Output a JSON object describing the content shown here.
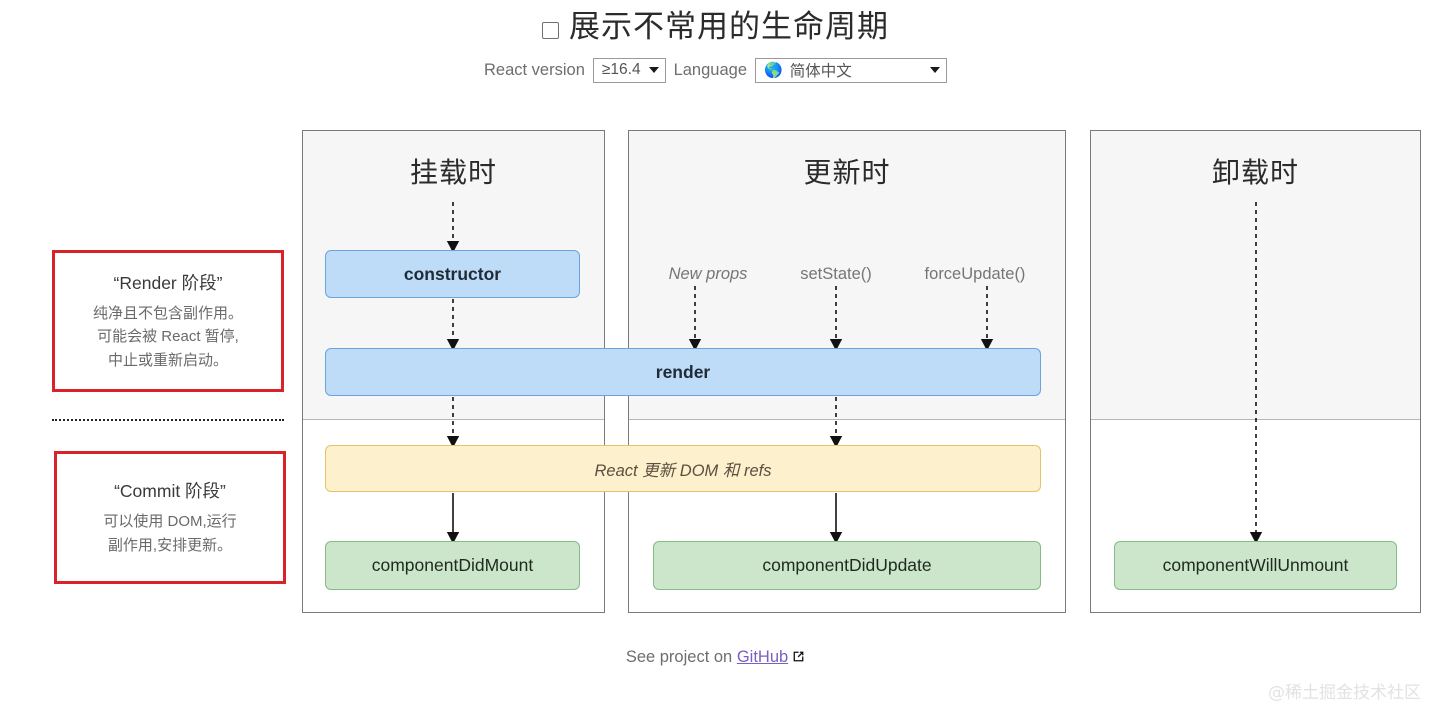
{
  "header": {
    "title": "展示不常用的生命周期",
    "checkbox_checked": false,
    "controls": {
      "react_version_label": "React version",
      "react_version_value": "≥16.4",
      "language_label": "Language",
      "language_value": "简体中文",
      "language_icon": "globe-icon"
    }
  },
  "phase_notes": [
    {
      "title": "“Render 阶段”",
      "lines": [
        "纯净且不包含副作用。",
        "可能会被 React 暂停,",
        "中止或重新启动。"
      ],
      "border_color": "#d8232a"
    },
    {
      "title": "“Commit 阶段”",
      "lines": [
        "可以使用 DOM,运行",
        "副作用,安排更新。"
      ],
      "border_color": "#d8232a"
    }
  ],
  "columns": [
    {
      "title": "挂载时"
    },
    {
      "title": "更新时"
    },
    {
      "title": "卸载时"
    }
  ],
  "triggers": [
    {
      "label": "New props",
      "italic": true
    },
    {
      "label": "setState()",
      "italic": false
    },
    {
      "label": "forceUpdate()",
      "italic": false
    }
  ],
  "lifecycle_boxes": {
    "constructor": "constructor",
    "render": "render",
    "react_updates_dom": "React 更新 DOM 和 refs",
    "component_did_mount": "componentDidMount",
    "component_did_update": "componentDidUpdate",
    "component_will_unmount": "componentWillUnmount"
  },
  "colors": {
    "blue_fill": "#bedcf7",
    "blue_border": "#6ba4dd",
    "green_fill": "#cbe6cb",
    "green_border": "#86bb86",
    "yellow_fill": "#fcf0cd",
    "yellow_border": "#e3c469",
    "note_red": "#d8232a",
    "render_phase_bg": "#f6f6f6",
    "link_purple": "#7a5fc0"
  },
  "footer": {
    "text_before": "See project on",
    "link_label": "GitHub",
    "link_icon": "external-link-icon"
  },
  "watermark": "@稀土掘金技术社区"
}
